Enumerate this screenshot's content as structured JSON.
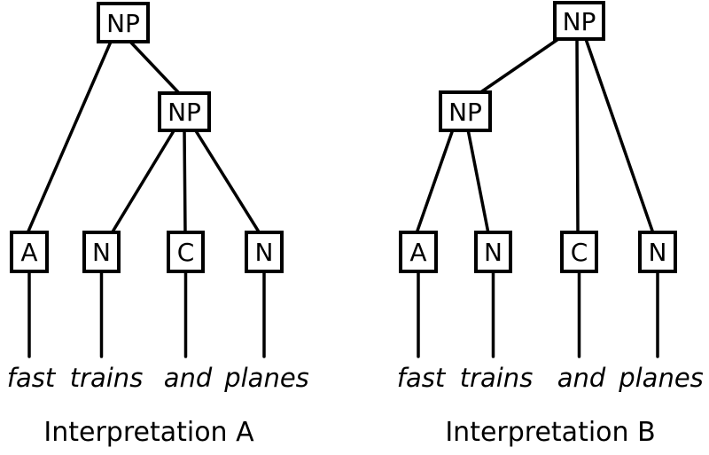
{
  "trees": [
    {
      "caption": "Interpretation A",
      "root": "NP",
      "phrase_node": "NP",
      "leaves": [
        "A",
        "N",
        "C",
        "N"
      ],
      "words": [
        "fast",
        "trains",
        "and",
        "planes"
      ]
    },
    {
      "caption": "Interpretation B",
      "root": "NP",
      "phrase_node": "NP",
      "leaves": [
        "A",
        "N",
        "C",
        "N"
      ],
      "words": [
        "fast",
        "trains",
        "and",
        "planes"
      ]
    }
  ],
  "colors": {
    "stroke": "#000000",
    "background": "#ffffff",
    "text": "#000000"
  }
}
